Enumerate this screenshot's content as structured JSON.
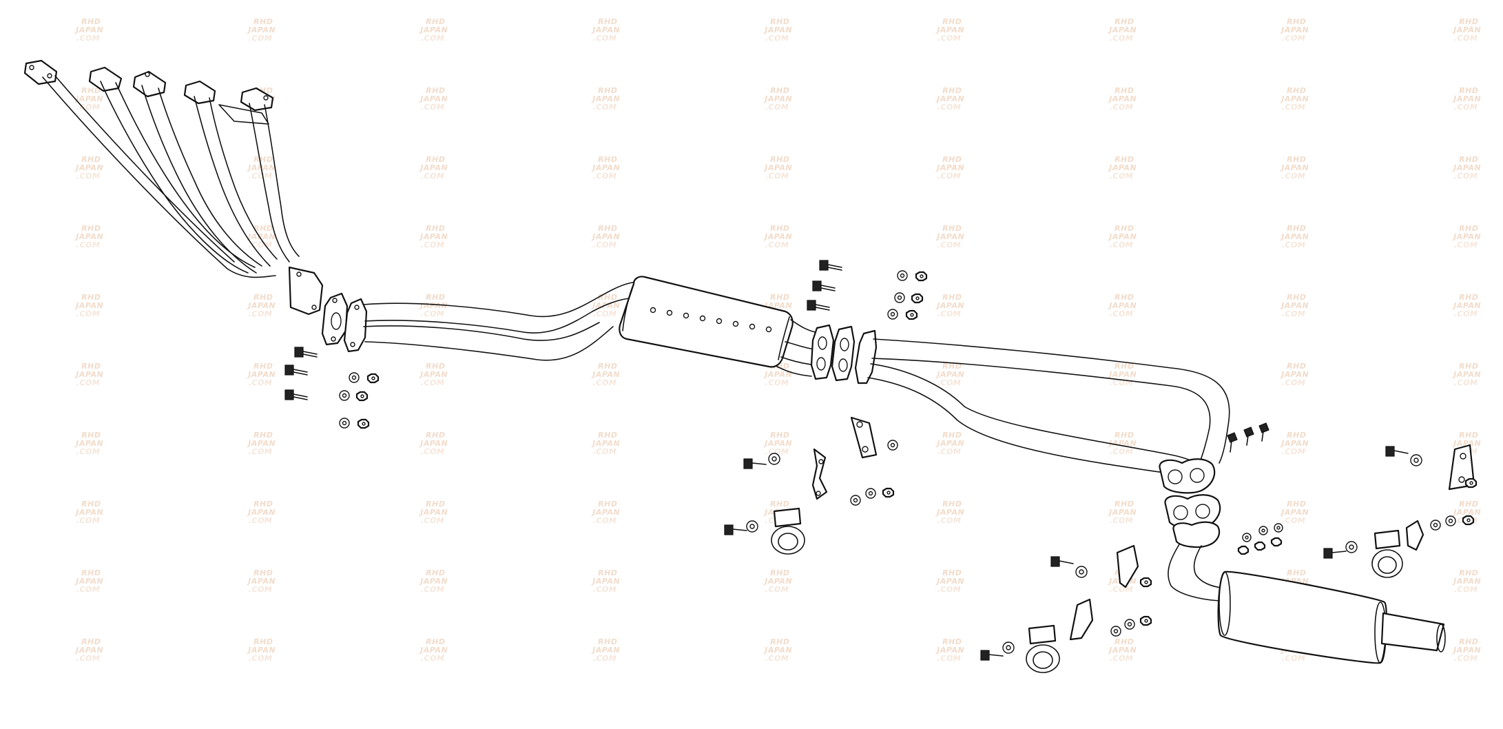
{
  "watermark": {
    "line1": "RHD",
    "line2": "JAPAN",
    "line3": ".COM",
    "color": "#f2dccb"
  },
  "diagram": {
    "stroke_color": "#111111",
    "background": "#ffffff",
    "parts": [
      "exhaust-header",
      "header-gasket",
      "front-y-pipe",
      "center-resonator",
      "center-gaskets",
      "mid-y-pipe",
      "triple-flange-gaskets",
      "rear-muffler",
      "hanger-brackets",
      "pipe-clamps",
      "bolts",
      "washers",
      "nuts"
    ]
  }
}
